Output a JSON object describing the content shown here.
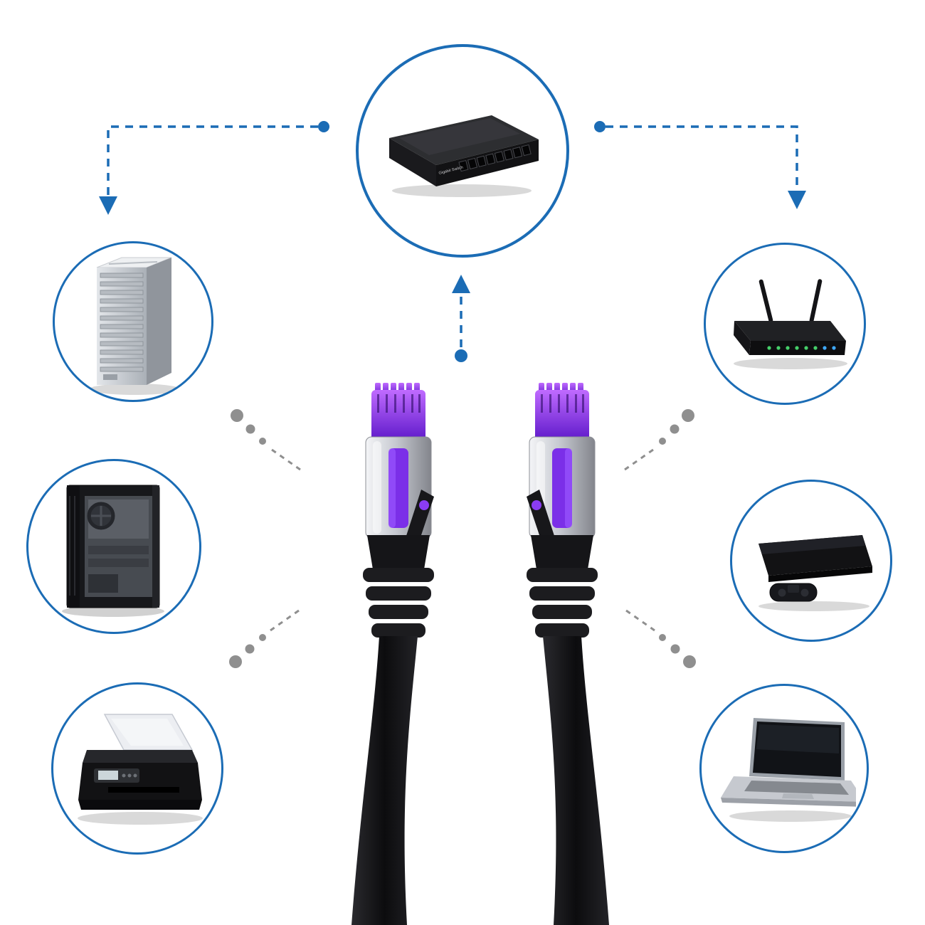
{
  "diagram": {
    "hub": {
      "icon": "gigabit-switch-icon",
      "label": "Gigabit Switch",
      "ports": 8
    },
    "devices": [
      {
        "icon": "server-rack-icon",
        "position": "top-left"
      },
      {
        "icon": "desktop-pc-icon",
        "position": "middle-left"
      },
      {
        "icon": "printer-icon",
        "position": "bottom-left"
      },
      {
        "icon": "wifi-router-icon",
        "position": "top-right"
      },
      {
        "icon": "game-console-icon",
        "position": "middle-right"
      },
      {
        "icon": "laptop-icon",
        "position": "bottom-right"
      }
    ],
    "cable": {
      "type": "rj45-ethernet-cable",
      "connector_boot_color": "#7b2fe8",
      "connector_shield_color": "#c7cad1",
      "jacket_color": "#141416"
    }
  },
  "colors": {
    "background": "#ffffff",
    "circle_border": "#1b6cb5",
    "link_blue": "#1b6cb5",
    "link_gray": "#8f8f8f",
    "led_green": "#46d06a",
    "led_blue": "#3fa9ff"
  }
}
